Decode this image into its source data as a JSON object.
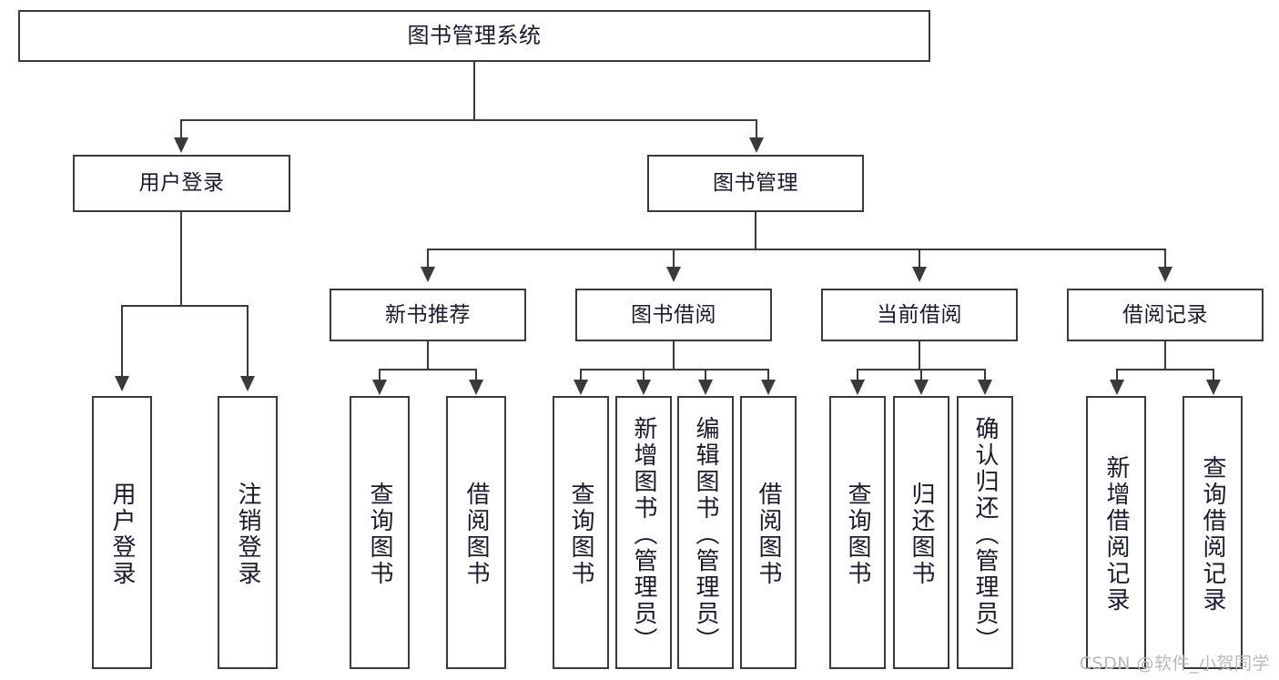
{
  "diagram": {
    "title": "图书管理系统",
    "type": "tree-hierarchy-chart",
    "root": {
      "id": "root",
      "label": "图书管理系统"
    },
    "branches": [
      {
        "id": "user-login",
        "label": "用户登录"
      },
      {
        "id": "book-management",
        "label": "图书管理"
      }
    ],
    "groups": [
      {
        "id": "new-book-recommend",
        "label": "新书推荐"
      },
      {
        "id": "book-borrow",
        "label": "图书借阅"
      },
      {
        "id": "current-borrow",
        "label": "当前借阅"
      },
      {
        "id": "borrow-record",
        "label": "借阅记录"
      }
    ],
    "leaves": [
      {
        "id": "leaf-user-login",
        "label": "用户登录",
        "parent": "user-login"
      },
      {
        "id": "leaf-user-logout",
        "label": "注销登录",
        "parent": "user-login"
      },
      {
        "id": "leaf-query-book-1",
        "label": "查询图书",
        "parent": "new-book-recommend"
      },
      {
        "id": "leaf-borrow-book-1",
        "label": "借阅图书",
        "parent": "new-book-recommend"
      },
      {
        "id": "leaf-query-book-2",
        "label": "查询图书",
        "parent": "book-borrow"
      },
      {
        "id": "leaf-add-book",
        "label": "新增图书（管理员）",
        "parent": "book-borrow"
      },
      {
        "id": "leaf-edit-book",
        "label": "编辑图书（管理员）",
        "parent": "book-borrow"
      },
      {
        "id": "leaf-borrow-book-2",
        "label": "借阅图书",
        "parent": "book-borrow"
      },
      {
        "id": "leaf-query-book-3",
        "label": "查询图书",
        "parent": "current-borrow"
      },
      {
        "id": "leaf-return-book",
        "label": "归还图书",
        "parent": "current-borrow"
      },
      {
        "id": "leaf-confirm-return",
        "label": "确认归还（管理员）",
        "parent": "current-borrow"
      },
      {
        "id": "leaf-add-record",
        "label": "新增借阅记录",
        "parent": "borrow-record"
      },
      {
        "id": "leaf-query-record",
        "label": "查询借阅记录",
        "parent": "borrow-record"
      }
    ]
  },
  "watermark": {
    "text": "CSDN @软件_小贺同学"
  },
  "colors": {
    "stroke": "#3a3a3a",
    "text": "#1a1a2e",
    "background": "#ffffff",
    "watermark": "#b9b9b9"
  }
}
